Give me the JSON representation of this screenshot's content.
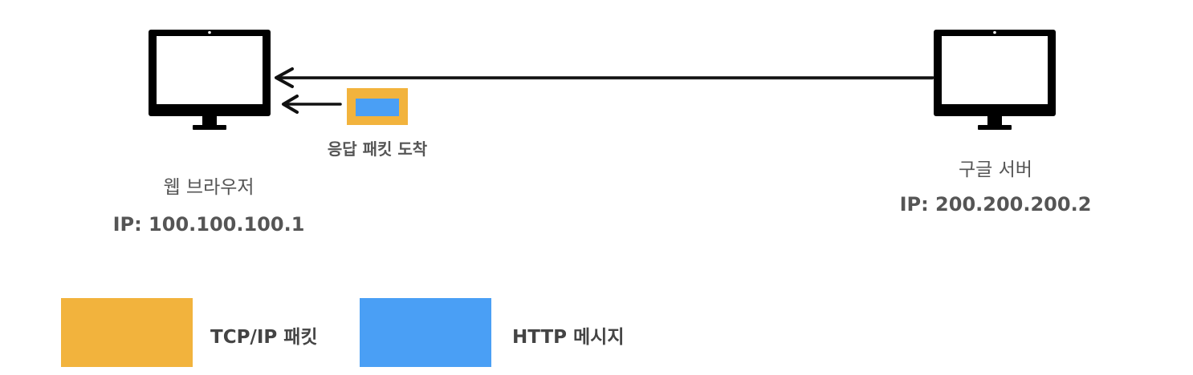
{
  "client": {
    "name": "웹 브라우저",
    "ip": "IP: 100.100.100.1",
    "icon": "monitor-icon"
  },
  "server": {
    "name": "구글 서버",
    "ip": "IP: 200.200.200.2",
    "icon": "monitor-icon"
  },
  "packet": {
    "label": "응답 패킷 도착"
  },
  "legend": {
    "items": [
      {
        "label": "TCP/IP 패킷",
        "color": "#F2B33D"
      },
      {
        "label": "HTTP 메시지",
        "color": "#4A9FF5"
      }
    ]
  },
  "colors": {
    "tcp_ip": "#F2B33D",
    "http": "#4A9FF5",
    "text": "#555555"
  }
}
